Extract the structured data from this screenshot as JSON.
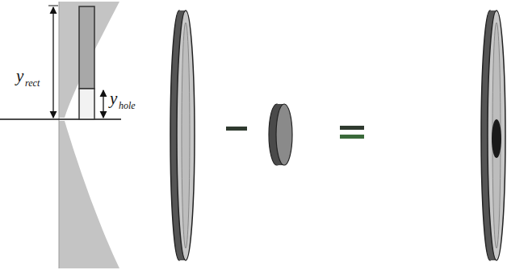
{
  "diagram": {
    "labels": [
      "y",
      "rect",
      "y",
      "hole"
    ]
  }
}
